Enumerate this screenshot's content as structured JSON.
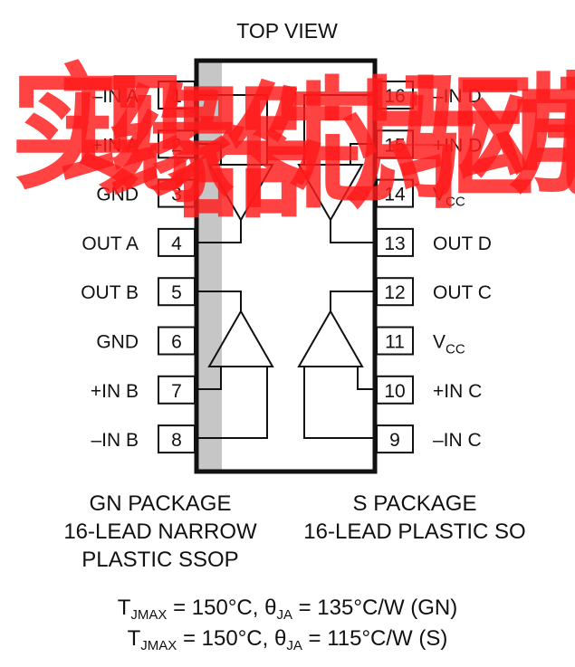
{
  "title": "TOP VIEW",
  "pins_left": [
    {
      "number": "1",
      "label": "–IN A"
    },
    {
      "number": "2",
      "label": "+IN A"
    },
    {
      "number": "3",
      "label": "GND"
    },
    {
      "number": "4",
      "label": "OUT A"
    },
    {
      "number": "5",
      "label": "OUT B"
    },
    {
      "number": "6",
      "label": "GND"
    },
    {
      "number": "7",
      "label": "+IN B"
    },
    {
      "number": "8",
      "label": "–IN B"
    }
  ],
  "pins_right": [
    {
      "number": "16",
      "label": "–IN D",
      "sub": ""
    },
    {
      "number": "15",
      "label": "+IN D",
      "sub": ""
    },
    {
      "number": "14",
      "label": "V",
      "sub": "CC"
    },
    {
      "number": "13",
      "label": "OUT D",
      "sub": ""
    },
    {
      "number": "12",
      "label": "OUT C",
      "sub": ""
    },
    {
      "number": "11",
      "label": "V",
      "sub": "CC"
    },
    {
      "number": "10",
      "label": "+IN C",
      "sub": ""
    },
    {
      "number": "9",
      "label": "–IN C",
      "sub": ""
    }
  ],
  "packages": {
    "gn": [
      "GN PACKAGE",
      "16-LEAD NARROW",
      "PLASTIC SSOP"
    ],
    "s": [
      "S PACKAGE",
      "16-LEAD PLASTIC SO"
    ]
  },
  "thermal": {
    "line1": {
      "t": "T",
      "t_sub": "JMAX",
      "mid": " = 150°C, θ",
      "theta_sub": "JA",
      "rest": " = 135°C/W (GN)"
    },
    "line2": {
      "t": "T",
      "t_sub": "JMAX",
      "mid": " = 150°C, θ",
      "theta_sub": "JA",
      "rest": " = 115°C/W (S)"
    }
  },
  "watermark": "实现缘器件芯片驱动电子",
  "colors": {
    "ink": "#111111",
    "watermark": "#ff1a1a",
    "pin1_band": "#c6c6c6"
  }
}
